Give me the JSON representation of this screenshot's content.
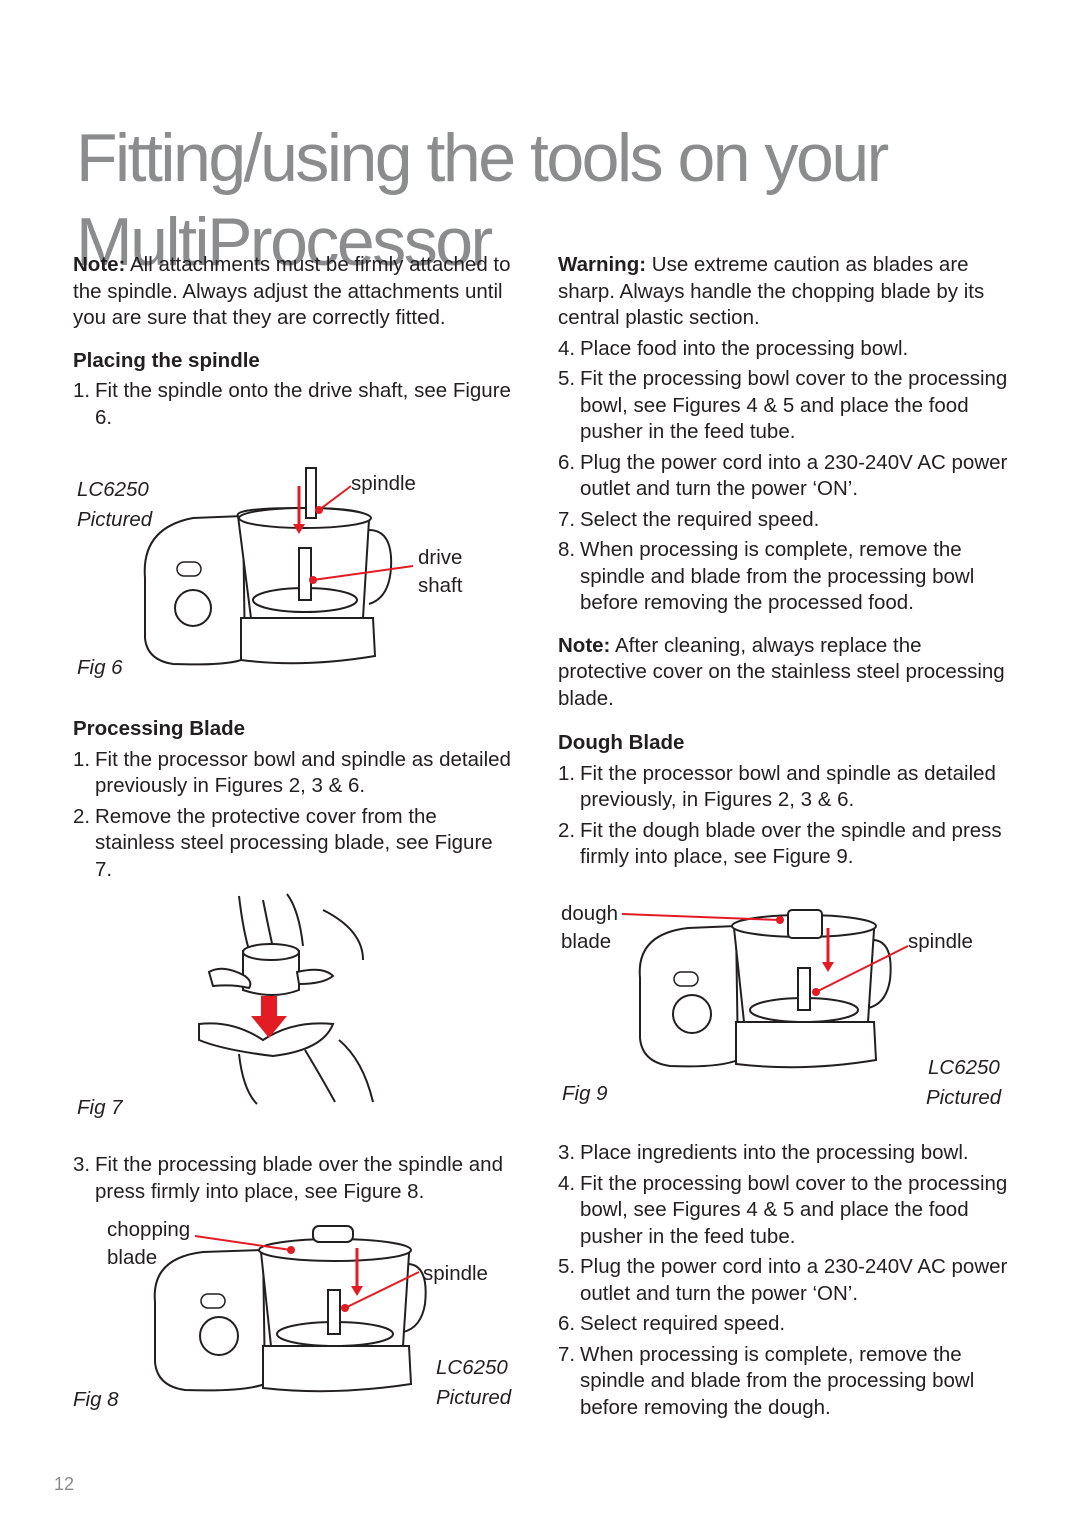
{
  "title": "Fitting/using the tools on your MultiProcessor",
  "page_number": "12",
  "left": {
    "note_label": "Note:",
    "note_text": "All attachments must be firmly attached to the spindle. Always adjust the attachments until you are sure that they are correctly fitted.",
    "placing_heading": "Placing the spindle",
    "placing_steps": [
      {
        "n": "1.",
        "text": "Fit the spindle onto the drive shaft, see Figure 6."
      }
    ],
    "fig6": {
      "model": "LC6250",
      "pictured": "Pictured",
      "spindle": "spindle",
      "drive": "drive",
      "shaft": "shaft",
      "caption": "Fig 6"
    },
    "processing_heading": "Processing Blade",
    "processing_steps": [
      {
        "n": "1.",
        "text": "Fit the processor bowl and spindle as detailed previously in Figures 2, 3 & 6."
      },
      {
        "n": "2.",
        "text": "Remove the protective cover from the stainless steel processing blade, see Figure 7."
      }
    ],
    "fig7": {
      "caption": "Fig 7"
    },
    "processing_steps_b": [
      {
        "n": "3.",
        "text": "Fit the processing blade over the spindle and press firmly into place, see Figure 8."
      }
    ],
    "fig8": {
      "chopping": "chopping",
      "blade": "blade",
      "spindle": "spindle",
      "model": "LC6250",
      "pictured": "Pictured",
      "caption": "Fig 8"
    }
  },
  "right": {
    "warning_label": "Warning:",
    "warning_text": "Use extreme caution as blades are sharp. Always handle the chopping blade by its central plastic section.",
    "steps": [
      {
        "n": "4.",
        "text": "Place food into the processing bowl."
      },
      {
        "n": "5.",
        "text": "Fit the processing bowl cover to the processing bowl, see Figures 4 & 5 and place the food pusher in the feed tube."
      },
      {
        "n": "6.",
        "text": "Plug the power cord into a 230-240V AC power outlet and turn the power ‘ON’."
      },
      {
        "n": "7.",
        "text": "Select the required speed."
      },
      {
        "n": "8.",
        "text": "When processing is complete, remove the spindle and blade from the processing bowl before removing the processed food."
      }
    ],
    "note_label": "Note:",
    "note_text": "After cleaning, always replace the protective cover on the stainless steel processing blade.",
    "dough_heading": "Dough Blade",
    "dough_steps": [
      {
        "n": "1.",
        "text": "Fit the processor bowl and spindle as detailed previously, in Figures 2, 3 & 6."
      },
      {
        "n": "2.",
        "text": "Fit the dough blade over the spindle and press firmly into place, see Figure 9."
      }
    ],
    "fig9": {
      "dough": "dough",
      "blade": "blade",
      "spindle": "spindle",
      "model": "LC6250",
      "pictured": "Pictured",
      "caption": "Fig 9"
    },
    "dough_steps_b": [
      {
        "n": "3.",
        "text": "Place ingredients into the processing bowl."
      },
      {
        "n": "4.",
        "text": "Fit the processing bowl cover to the processing bowl, see Figures 4 & 5 and place the food pusher in the feed tube."
      },
      {
        "n": "5.",
        "text": "Plug the power cord into a 230-240V AC power outlet and turn the power ‘ON’."
      },
      {
        "n": "6.",
        "text": "Select required speed."
      },
      {
        "n": "7.",
        "text": "When processing is complete, remove the spindle and blade from the processing bowl before removing the dough."
      }
    ]
  },
  "colors": {
    "title": "#8a8c8e",
    "text": "#231f20",
    "arrow": "#e31b23"
  }
}
